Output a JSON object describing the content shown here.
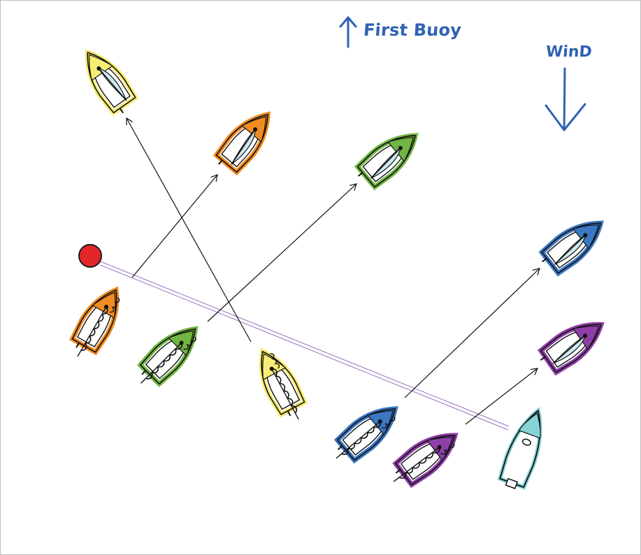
{
  "labels": {
    "first_buoy": "First Buoy",
    "wind": "WinD"
  },
  "colors": {
    "label_blue": "#2f62b3",
    "buoy_red": "#e3262b",
    "start_line": "#9a6fbf",
    "orange": "#f08c21",
    "green": "#71b643",
    "yellow": "#f7ec74",
    "blue": "#3b78c3",
    "purple": "#8f3fa8",
    "committee": "#86d3d6",
    "sail": "#cde9ef"
  },
  "boats": {
    "orange": {
      "color": "orange",
      "start_state": "luffing",
      "end_state": "sailing"
    },
    "green": {
      "color": "green",
      "start_state": "luffing",
      "end_state": "sailing"
    },
    "yellow": {
      "color": "yellow",
      "start_state": "luffing",
      "end_state": "sailing"
    },
    "blue": {
      "color": "blue",
      "start_state": "luffing",
      "end_state": "sailing"
    },
    "purple": {
      "color": "purple",
      "start_state": "luffing",
      "end_state": "sailing"
    },
    "committee": {
      "color": "committee",
      "type": "committee-boat"
    }
  }
}
